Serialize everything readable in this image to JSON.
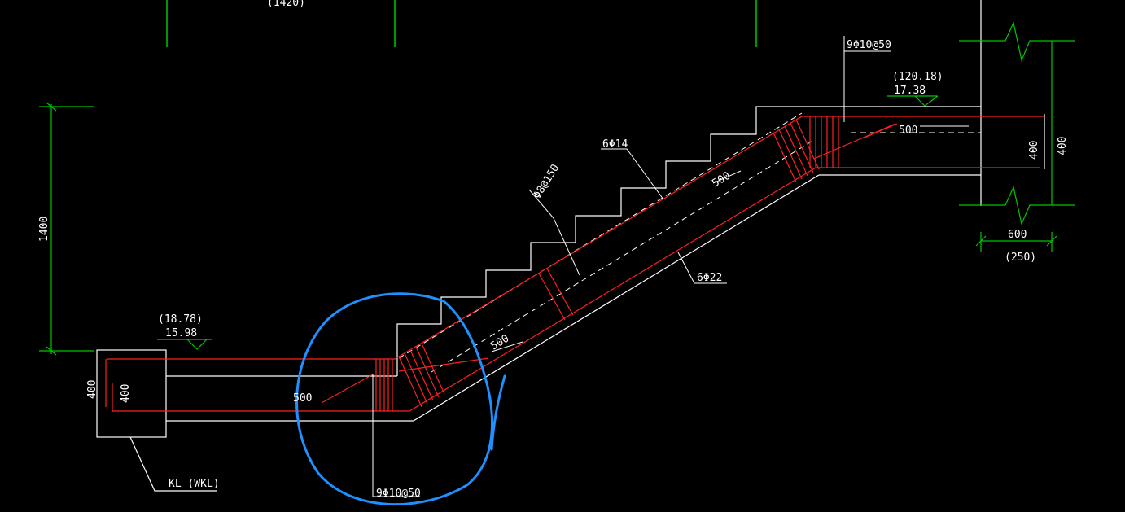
{
  "colors": {
    "background": "#000000",
    "outline": "#ffffff",
    "rebar": "#ff2020",
    "dimension": "#00c800",
    "markup": "#1e90ff"
  },
  "labels": {
    "top_partial": "(1420)",
    "top_stirrup": "9Φ10@50",
    "top_elev_paren": "(120.18)",
    "top_elev": "17.38",
    "top_anchor": "500",
    "right_dim_inner": "400",
    "right_dim_outer": "400",
    "right_width": "600",
    "right_width_paren": "(250)",
    "top_bars": "6Φ14",
    "mid_anchor": "500",
    "dist_bars": "Φ8@150",
    "bottom_bars": "6Φ22",
    "left_height": "1400",
    "bot_elev_paren": "(18.78)",
    "bot_elev": "15.98",
    "low_anchor": "500",
    "low_left_anchor": "500",
    "beam_dim_outer": "400",
    "beam_dim_inner": "400",
    "beam_label": "KL (WKL)",
    "bottom_stirrup": "9Φ10@50"
  }
}
